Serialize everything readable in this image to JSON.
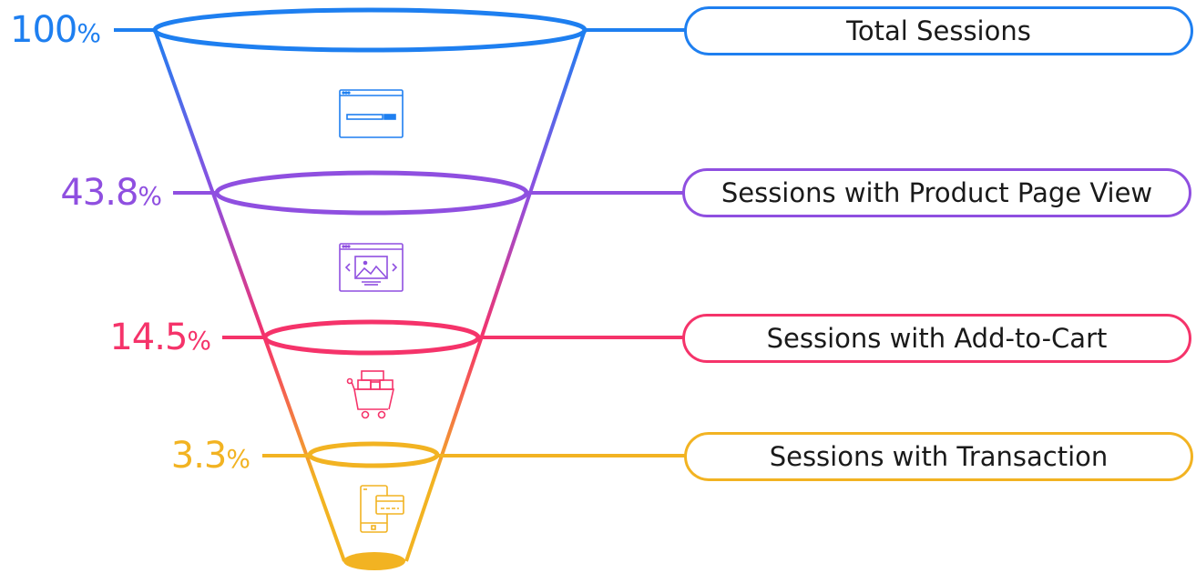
{
  "colors": {
    "blue": "#1e7ff0",
    "purple": "#8f4fe0",
    "pink": "#f5336a",
    "yellow": "#f2b322"
  },
  "stages": [
    {
      "label": "Total Sessions",
      "value": "100",
      "unit": "%",
      "icon": "browser-search-icon",
      "color": "#1e7ff0"
    },
    {
      "label": "Sessions with Product Page View",
      "value": "43.8",
      "unit": "%",
      "icon": "product-page-icon",
      "color": "#8f4fe0"
    },
    {
      "label": "Sessions with Add-to-Cart",
      "value": "14.5",
      "unit": "%",
      "icon": "shopping-cart-icon",
      "color": "#f5336a"
    },
    {
      "label": "Sessions with Transaction",
      "value": "3.3",
      "unit": "%",
      "icon": "mobile-payment-icon",
      "color": "#f2b322"
    }
  ]
}
